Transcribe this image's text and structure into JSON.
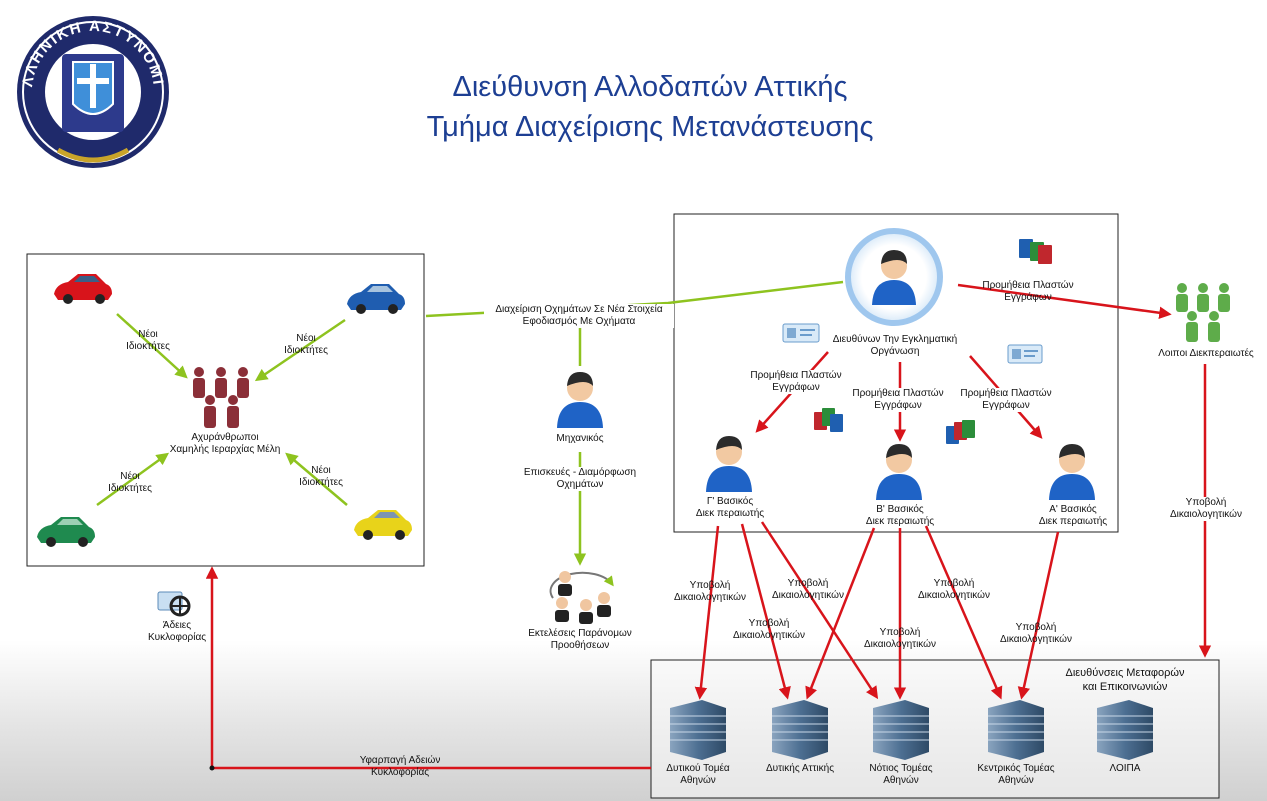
{
  "header": {
    "title_line1": "Διεύθυνση Αλλοδαπών Αττικής",
    "title_line2": "Τμήμα Διαχείρισης Μετανάστευσης",
    "logo_text": "ΕΛΛΗΝΙΚΗ ΑΣΤΥΝΟΜΙΑ"
  },
  "left_panel": {
    "label_tl": [
      "Νέοι",
      "Ιδιοκτήτες"
    ],
    "label_tr": [
      "Νέοι",
      "Ιδιοκτήτες"
    ],
    "label_bl": [
      "Νέοι",
      "Ιδιοκτήτες"
    ],
    "label_br": [
      "Νέοι",
      "Ιδιοκτήτες"
    ],
    "center_label": [
      "Αχυράνθρωποι",
      "Χαμηλής Ιεραρχίας Μέλη"
    ]
  },
  "middle": {
    "link_label": [
      "Διαχείριση Οχημάτων Σε Νέα Στοιχεία",
      "Εφοδιασμός Με Οχήματα"
    ],
    "mechanic": "Μηχανικός",
    "repairs": [
      "Επισκευές - Διαμόρφωση",
      "Οχημάτων"
    ],
    "executors": [
      "Εκτελέσεις Παράνομων",
      "Προοθήσεων"
    ],
    "permits": [
      "Άδειες",
      "Κυκλοφορίας"
    ],
    "theft": [
      "Υφαρπαγή Αδειών",
      "Κυκλοφορίας"
    ]
  },
  "org_panel": {
    "leader": [
      "Διευθύνων Την Εγκληματική",
      "Οργάνωση"
    ],
    "supply_right": [
      "Προμήθεια Πλαστών",
      "Εγγράφων"
    ],
    "supply_left": [
      "Προμήθεια Πλαστών",
      "Εγγράφων"
    ],
    "supply_mid": [
      "Προμήθεια Πλαστών",
      "Εγγράφων"
    ],
    "supply_far": [
      "Προμήθεια Πλαστών",
      "Εγγράφων"
    ],
    "member_g": [
      "Γ' Βασικός",
      "Διεκ περαιωτής"
    ],
    "member_b": [
      "Β' Βασικός",
      "Διεκ περαιωτής"
    ],
    "member_a": [
      "Α' Βασικός",
      "Διεκ περαιωτής"
    ]
  },
  "others": {
    "label": "Λοιποι Διεκπεραιωτές",
    "submit": [
      "Υποβολή",
      "Δικαιολογητικών"
    ]
  },
  "submissions": {
    "s1": [
      "Υποβολή",
      "Δικαιολογητικών"
    ],
    "s2": [
      "Υποβολή",
      "Δικαιολογητικών"
    ],
    "s3": [
      "Υποβολή",
      "Δικαιολογητικών"
    ],
    "s4": [
      "Υποβολή",
      "Δικαιολογητικών"
    ],
    "s5": [
      "Υποβολή",
      "Δικαιολογητικών"
    ],
    "s6": [
      "Υποβολή",
      "Δικαιολογητικών"
    ]
  },
  "directorates": {
    "title": [
      "Διευθύνσεις Μεταφορών",
      "και Επικοινωνιών"
    ],
    "d1": [
      "Δυτικού Τομέα",
      "Αθηνών"
    ],
    "d2": [
      "Δυτικής Αττικής"
    ],
    "d3": [
      "Νότιος Τομέας",
      "Αθηνών"
    ],
    "d4": [
      "Κεντρικός Τομέας",
      "Αθηνών"
    ],
    "d5": [
      "ΛΟΙΠΑ"
    ]
  },
  "colors": {
    "green_arrow": "#8ec31f",
    "red_arrow": "#d8141b",
    "title_blue": "#1d3f93"
  }
}
